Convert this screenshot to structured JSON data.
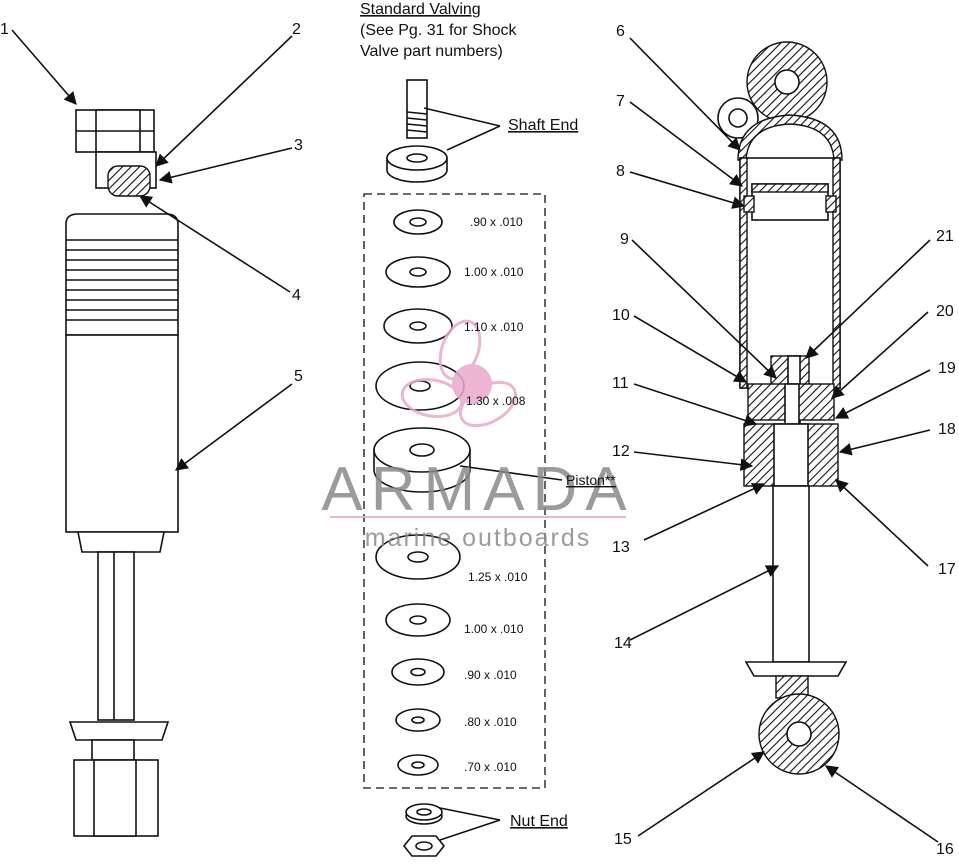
{
  "diagram": {
    "header": {
      "line1": "Standard Valving",
      "line2": "(See Pg. 31 for Shock",
      "line3": "Valve part numbers)"
    },
    "callouts": {
      "shaft_end": "Shaft End",
      "piston": "Piston**",
      "nut_end": "Nut End"
    },
    "washer_specs": [
      ".90 x .010",
      "1.00 x .010",
      "1.10 x .010",
      "1.30 x .008",
      "1.25 x .010",
      "1.00 x .010",
      ".90 x .010",
      ".80 x .010",
      ".70 x .010"
    ],
    "part_numbers": [
      "1",
      "2",
      "3",
      "4",
      "5",
      "6",
      "7",
      "8",
      "9",
      "10",
      "11",
      "12",
      "13",
      "14",
      "15",
      "16",
      "17",
      "18",
      "19",
      "20",
      "21"
    ]
  },
  "watermark": {
    "brand": "ARMADA",
    "tagline": "marine outboards",
    "color": "#e9a9c9"
  }
}
